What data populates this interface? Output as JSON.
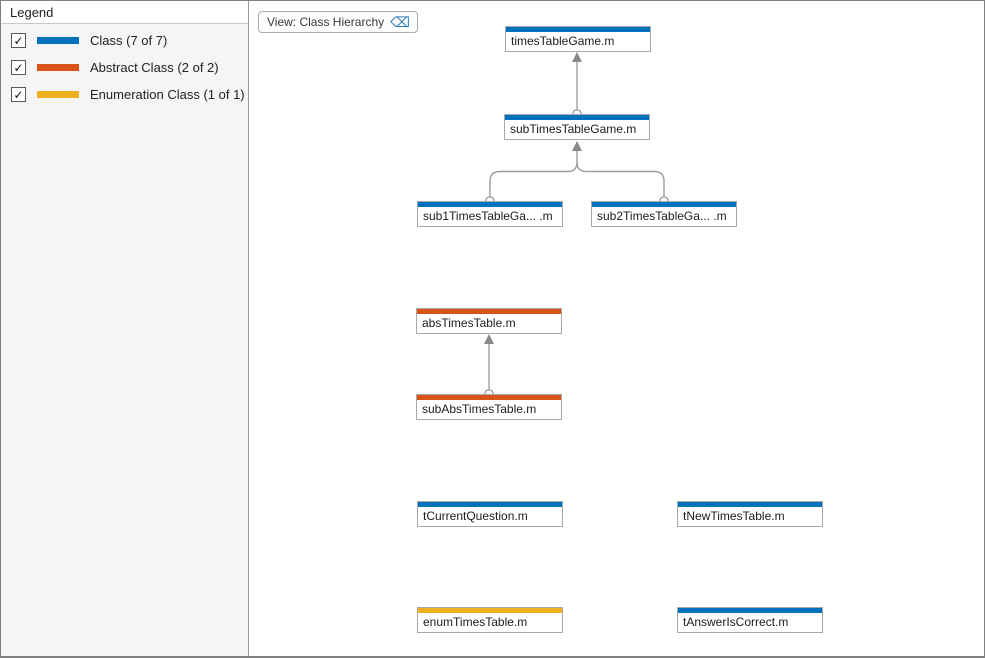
{
  "legend": {
    "title": "Legend",
    "items": [
      {
        "label": "Class (7 of 7)",
        "type": "class",
        "color": "#0072BD",
        "checked": true
      },
      {
        "label": "Abstract Class (2 of 2)",
        "type": "abstract",
        "color": "#D95319",
        "checked": true
      },
      {
        "label": "Enumeration Class (1 of 1)",
        "type": "enum",
        "color": "#EDB120",
        "checked": true
      }
    ]
  },
  "toolbar": {
    "view_chip_label": "View: Class Hierarchy"
  },
  "icons": {
    "clear_view_glyph": "⌫",
    "checkbox_check_glyph": "✓"
  },
  "graph": {
    "nodes": [
      {
        "label": "timesTableGame.m",
        "type": "class"
      },
      {
        "label": "subTimesTableGame.m",
        "type": "class"
      },
      {
        "label": "sub1TimesTableGa... .m",
        "type": "class"
      },
      {
        "label": "sub2TimesTableGa... .m",
        "type": "class"
      },
      {
        "label": "absTimesTable.m",
        "type": "abstract"
      },
      {
        "label": "subAbsTimesTable.m",
        "type": "abstract"
      },
      {
        "label": "tCurrentQuestion.m",
        "type": "class"
      },
      {
        "label": "tNewTimesTable.m",
        "type": "class"
      },
      {
        "label": "enumTimesTable.m",
        "type": "enum"
      },
      {
        "label": "tAnswerIsCorrect.m",
        "type": "class"
      }
    ],
    "edges": [
      {
        "from": "subTimesTableGame.m",
        "to": "timesTableGame.m"
      },
      {
        "from": "sub1TimesTableGa... .m",
        "to": "subTimesTableGame.m"
      },
      {
        "from": "sub2TimesTableGa... .m",
        "to": "subTimesTableGame.m"
      },
      {
        "from": "subAbsTimesTable.m",
        "to": "absTimesTable.m"
      }
    ]
  },
  "colors": {
    "class": "#0072BD",
    "abstract_class": "#D95319",
    "enumeration_class": "#EDB120",
    "edge": "#9E9E9E",
    "panel_background": "#F5F5F5"
  }
}
